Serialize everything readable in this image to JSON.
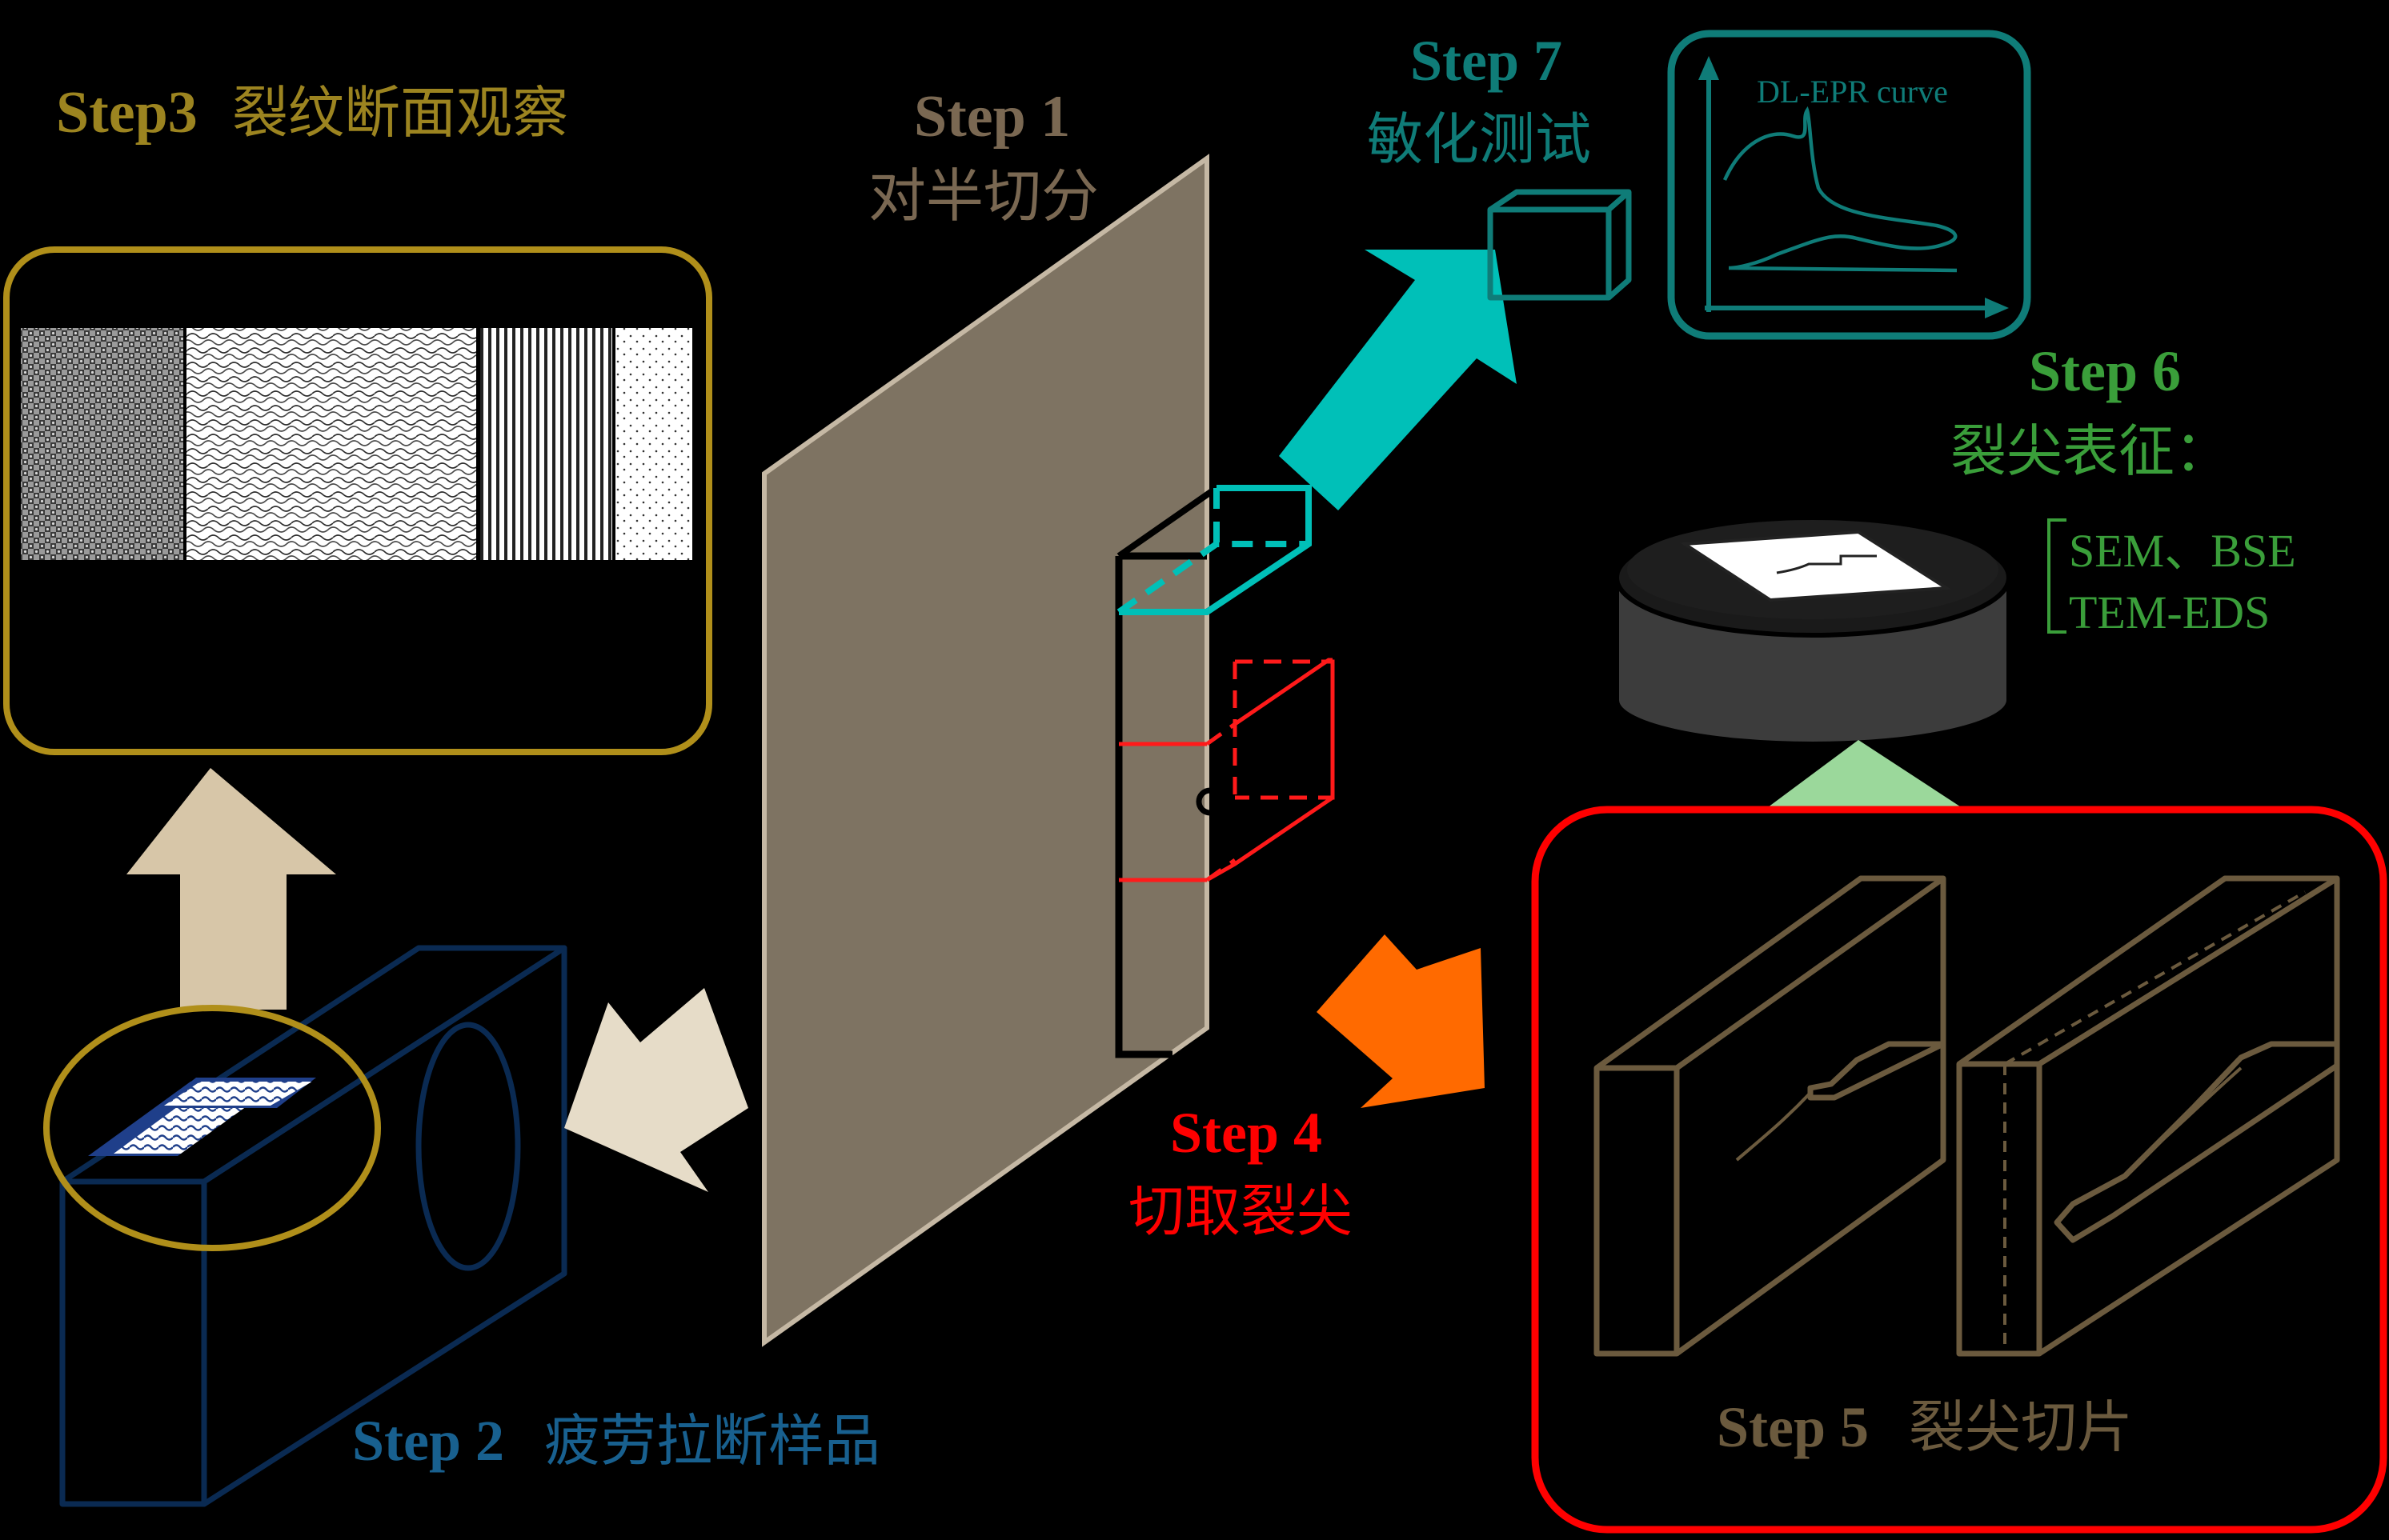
{
  "colors": {
    "background": "#000000",
    "step1": "#7a6852",
    "step2": "#18608f",
    "step3": "#9c8420",
    "step4": "#ff0000",
    "step5": "#6b5a3e",
    "step6": "#3a9e3a",
    "step7": "#0f7c78",
    "plate": "#7e7362",
    "plate_edge": "#c5b8a4",
    "teal_arrow": "#00c0b8",
    "orange_arrow": "#ff6a00",
    "green_arrow": "#9bd89b",
    "beige_arrow": "#e6dcc8",
    "tan_arrow": "#d7c6a8",
    "sem_holder": "#3c3c3c"
  },
  "steps": {
    "step1": {
      "label": "Step 1",
      "desc": "对半切分"
    },
    "step2": {
      "label": "Step 2",
      "desc": "疲劳拉断样品"
    },
    "step3": {
      "label": "Step3",
      "desc": "裂纹断面观察"
    },
    "step4": {
      "label": "Step 4",
      "desc": "切取裂尖"
    },
    "step5": {
      "label": "Step 5",
      "desc": "裂尖切片"
    },
    "step6": {
      "label": "Step 6",
      "desc": "裂尖表征：",
      "methods": [
        "SEM、BSE",
        "TEM-EDS"
      ]
    },
    "step7": {
      "label": "Step 7",
      "desc": "敏化测试",
      "curve_label": "DL-EPR curve"
    }
  },
  "icons": {
    "plate": "sample-plate-icon",
    "sem_holder": "sem-sample-holder-icon",
    "fracture_block": "fatigue-fractured-block-icon",
    "slices": "crack-tip-slice-icon",
    "epr_plot": "dl-epr-plot-icon"
  }
}
